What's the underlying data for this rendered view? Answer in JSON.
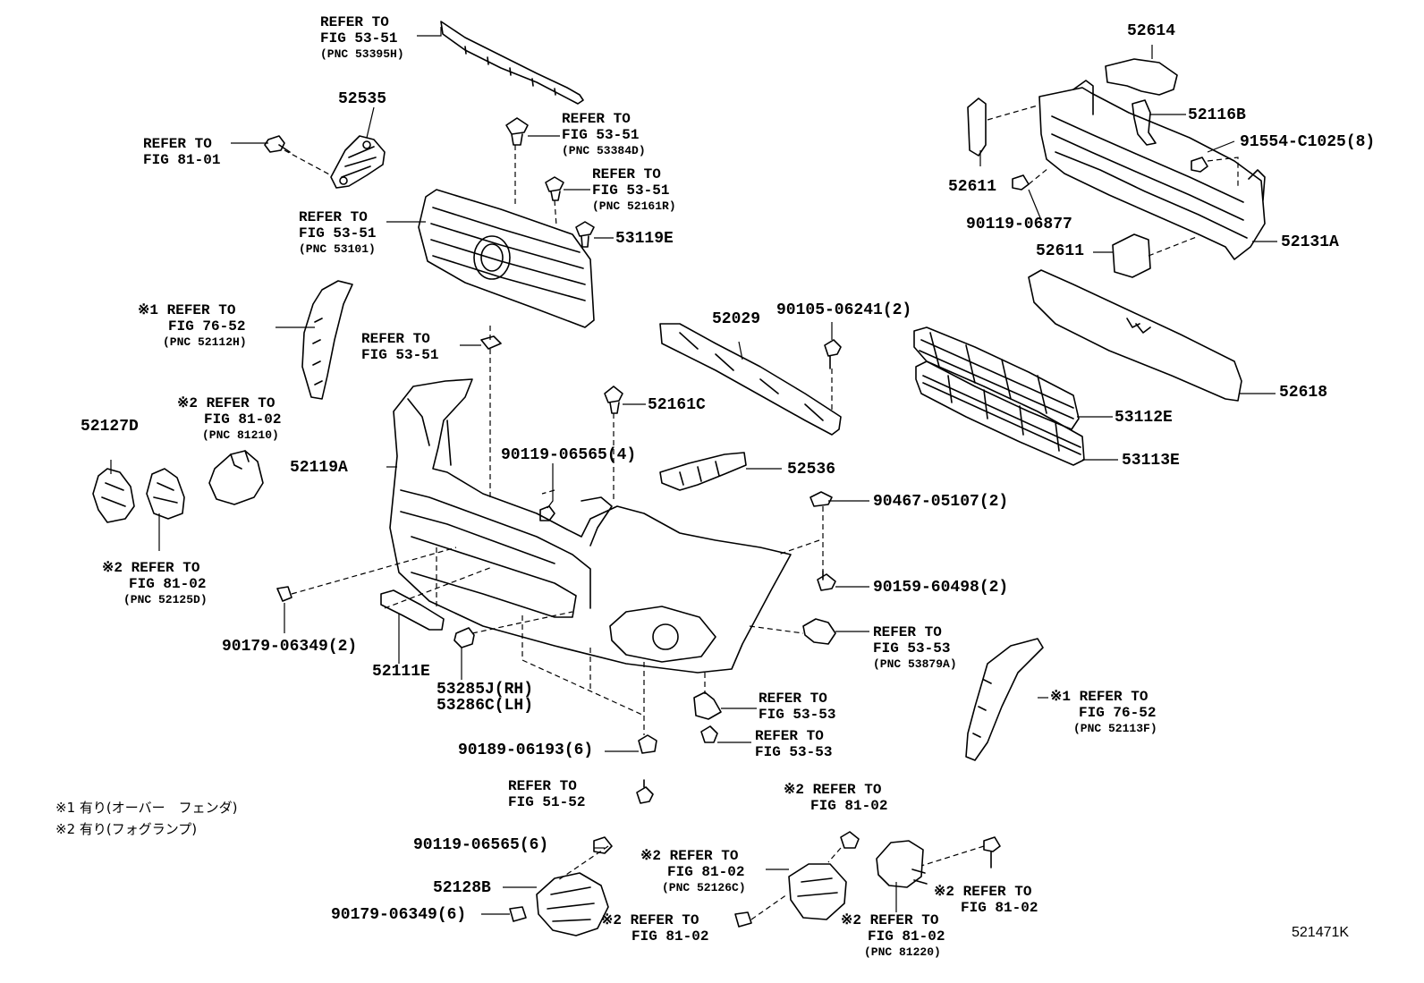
{
  "figure_id": "521471K",
  "notes": [
    "※1 有り(オーバー　フェンダ)",
    "※2 有り(フォグランプ)"
  ],
  "callouts": [
    {
      "id": "c01",
      "lines": [
        "REFER TO",
        "FIG 53-51",
        "(PNC 53395H)"
      ]
    },
    {
      "id": "c02",
      "lines": [
        "52535"
      ]
    },
    {
      "id": "c03",
      "lines": [
        "REFER TO",
        "FIG 81-01"
      ]
    },
    {
      "id": "c04",
      "lines": [
        "REFER TO",
        "FIG 53-51",
        "(PNC 53384D)"
      ]
    },
    {
      "id": "c05",
      "lines": [
        "REFER TO",
        "FIG 53-51",
        "(PNC 52161R)"
      ]
    },
    {
      "id": "c06",
      "lines": [
        "REFER TO",
        "FIG 53-51",
        "(PNC 53101)"
      ]
    },
    {
      "id": "c07",
      "lines": [
        "53119E"
      ]
    },
    {
      "id": "c08",
      "lines": [
        "※1 REFER TO",
        "FIG 76-52",
        "(PNC 52112H)"
      ]
    },
    {
      "id": "c09",
      "lines": [
        "REFER TO",
        "FIG 53-51"
      ]
    },
    {
      "id": "c10",
      "lines": [
        "※2 REFER TO",
        "FIG 81-02",
        "(PNC 81210)"
      ]
    },
    {
      "id": "c11",
      "lines": [
        "52127D"
      ]
    },
    {
      "id": "c12",
      "lines": [
        "52119A"
      ]
    },
    {
      "id": "c13",
      "lines": [
        "52161C"
      ]
    },
    {
      "id": "c14",
      "lines": [
        "90119-06565(4)"
      ]
    },
    {
      "id": "c15",
      "lines": [
        "52029"
      ]
    },
    {
      "id": "c16",
      "lines": [
        "90105-06241(2)"
      ]
    },
    {
      "id": "c17",
      "lines": [
        "52536"
      ]
    },
    {
      "id": "c18",
      "lines": [
        "90467-05107(2)"
      ]
    },
    {
      "id": "c19",
      "lines": [
        "90159-60498(2)"
      ]
    },
    {
      "id": "c20",
      "lines": [
        "※2 REFER TO",
        "FIG 81-02",
        "(PNC 52125D)"
      ]
    },
    {
      "id": "c21",
      "lines": [
        "90179-06349(2)"
      ]
    },
    {
      "id": "c22",
      "lines": [
        "52111E"
      ]
    },
    {
      "id": "c23",
      "lines": [
        "53285J(RH)",
        "53286C(LH)"
      ]
    },
    {
      "id": "c24",
      "lines": [
        "REFER TO",
        "FIG 53-53",
        "(PNC 53879A)"
      ]
    },
    {
      "id": "c25",
      "lines": [
        "REFER TO",
        "FIG 53-53"
      ]
    },
    {
      "id": "c26",
      "lines": [
        "REFER TO",
        "FIG 53-53"
      ]
    },
    {
      "id": "c27",
      "lines": [
        "90189-06193(6)"
      ]
    },
    {
      "id": "c28",
      "lines": [
        "※1 REFER TO",
        "FIG 76-52",
        "(PNC 52113F)"
      ]
    },
    {
      "id": "c29",
      "lines": [
        "REFER TO",
        "FIG 51-52"
      ]
    },
    {
      "id": "c30",
      "lines": [
        "※2 REFER TO",
        "FIG 81-02"
      ]
    },
    {
      "id": "c31",
      "lines": [
        "90119-06565(6)"
      ]
    },
    {
      "id": "c32",
      "lines": [
        "※2 REFER TO",
        "FIG 81-02",
        "(PNC 52126C)"
      ]
    },
    {
      "id": "c33",
      "lines": [
        "52128B"
      ]
    },
    {
      "id": "c34",
      "lines": [
        "90179-06349(6)"
      ]
    },
    {
      "id": "c35",
      "lines": [
        "※2 REFER TO",
        "FIG 81-02"
      ]
    },
    {
      "id": "c36",
      "lines": [
        "※2 REFER TO",
        "FIG 81-02",
        "(PNC 81220)"
      ]
    },
    {
      "id": "c37",
      "lines": [
        "※2 REFER TO",
        "FIG 81-02"
      ]
    },
    {
      "id": "c38",
      "lines": [
        "52614"
      ]
    },
    {
      "id": "c39",
      "lines": [
        "52116B"
      ]
    },
    {
      "id": "c40",
      "lines": [
        "91554-C1025(8)"
      ]
    },
    {
      "id": "c41",
      "lines": [
        "52611"
      ]
    },
    {
      "id": "c42",
      "lines": [
        "90119-06877"
      ]
    },
    {
      "id": "c43",
      "lines": [
        "52611"
      ]
    },
    {
      "id": "c44",
      "lines": [
        "52131A"
      ]
    },
    {
      "id": "c45",
      "lines": [
        "52618"
      ]
    },
    {
      "id": "c46",
      "lines": [
        "53112E"
      ]
    },
    {
      "id": "c47",
      "lines": [
        "53113E"
      ]
    }
  ]
}
